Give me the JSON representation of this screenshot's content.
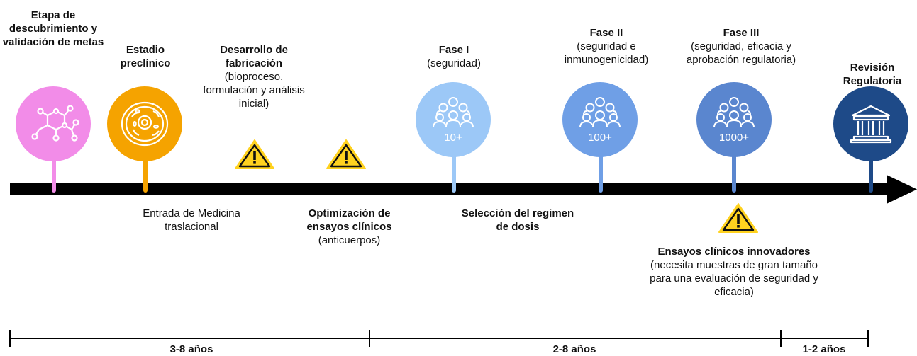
{
  "stages": [
    {
      "id": "discovery",
      "title": "Etapa de descubrimiento y validación de metas",
      "subtitle": "",
      "color": "#f28ce8",
      "icon": "molecule-icon",
      "count": ""
    },
    {
      "id": "preclinical",
      "title": "Estadio preclínico",
      "subtitle": "",
      "color": "#f5a300",
      "icon": "cell-icon",
      "count": ""
    },
    {
      "id": "manufacturing",
      "title": "Desarrollo de fabricación",
      "subtitle": "(bioproceso, formulación y análisis inicial)",
      "color": "",
      "icon": "warning-icon",
      "count": ""
    },
    {
      "id": "phase1",
      "title": "Fase I",
      "subtitle": "(seguridad)",
      "color": "#9cc8f7",
      "icon": "people-group-icon",
      "count": "10+"
    },
    {
      "id": "phase2",
      "title": "Fase II",
      "subtitle": "(seguridad e inmunogenicidad)",
      "color": "#6f9fe6",
      "icon": "people-group-icon",
      "count": "100+"
    },
    {
      "id": "phase3",
      "title": "Fase III",
      "subtitle": "(seguridad, eficacia y aprobación regulatoria)",
      "color": "#5a86cf",
      "icon": "people-group-icon",
      "count": "1000+"
    },
    {
      "id": "regulatory",
      "title": "Revisión Regulatoria",
      "subtitle": "",
      "color": "#1e4a88",
      "icon": "courthouse-icon",
      "count": ""
    }
  ],
  "below_notes": {
    "translational": "Entrada de Medicina traslacional",
    "trial_optimization_title": "Optimización de ensayos clínicos",
    "trial_optimization_sub": "(anticuerpos)",
    "dose_selection": "Selección del regimen de dosis",
    "innovative_title": "Ensayos clínicos innovadores",
    "innovative_sub": "(necesita muestras de gran tamaño para una evaluación de seguridad y eficacia)"
  },
  "scale": [
    {
      "label": "3-8 años"
    },
    {
      "label": "2-8 años"
    },
    {
      "label": "1-2 años"
    }
  ],
  "colors": {
    "timeline": "#000000",
    "warning_fill": "#ffd21f",
    "icon_stroke": "#ffffff"
  }
}
